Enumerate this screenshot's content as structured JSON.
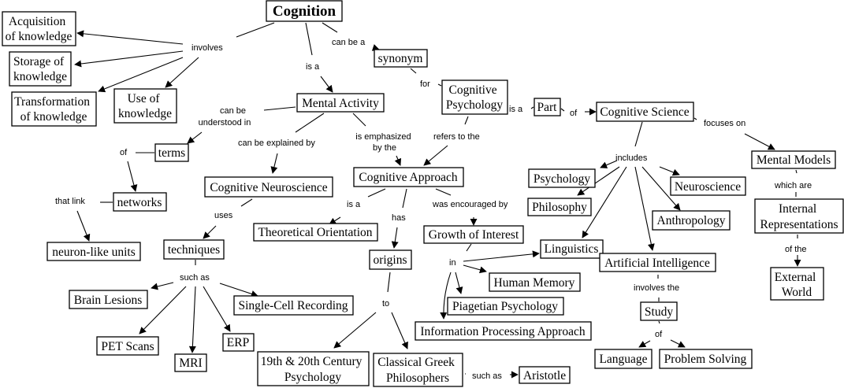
{
  "title": "Cognition",
  "concepts": {
    "cognition": "Cognition",
    "acquisition": [
      "Acquisition",
      "of knowledge"
    ],
    "storage": [
      "Storage of",
      "knowledge"
    ],
    "transformation": [
      "Transformation",
      "of knowledge"
    ],
    "use": [
      "Use of",
      "knowledge"
    ],
    "mental_activity": "Mental Activity",
    "synonym": "synonym",
    "cognitive_psychology": [
      "Cognitive",
      "Psychology"
    ],
    "part": "Part",
    "cognitive_science": "Cognitive Science",
    "terms": "terms",
    "networks": "networks",
    "neuron_like_units": "neuron-like units",
    "cognitive_neuroscience": "Cognitive Neuroscience",
    "techniques": "techniques",
    "brain_lesions": "Brain Lesions",
    "pet_scans": "PET Scans",
    "mri": "MRI",
    "erp": "ERP",
    "single_cell": "Single-Cell Recording",
    "cognitive_approach": "Cognitive Approach",
    "theoretical_orientation": "Theoretical Orientation",
    "origins": "origins",
    "century_psychology": [
      "19th & 20th Century",
      "Psychology"
    ],
    "classical_greek": [
      "Classical Greek",
      "Philosophers"
    ],
    "aristotle": "Aristotle",
    "growth_of_interest": "Growth of Interest",
    "human_memory": "Human Memory",
    "piagetian": "Piagetian Psychology",
    "information_processing": "Information Processing Approach",
    "linguistics": "Linguistics",
    "psychology": "Psychology",
    "philosophy": "Philosophy",
    "neuroscience": "Neuroscience",
    "anthropology": "Anthropology",
    "artificial_intelligence": "Artificial Intelligence",
    "study": "Study",
    "language": "Language",
    "problem_solving": "Problem Solving",
    "mental_models": "Mental Models",
    "internal_representations": [
      "Internal",
      "Representations"
    ],
    "external_world": [
      "External",
      "World"
    ]
  },
  "links": {
    "involves": "involves",
    "is_a_1": "is a",
    "can_be_a": "can be a",
    "for": "for",
    "is_a_2": "is a",
    "of_1": "of",
    "can_be_understood_in": [
      "can be",
      "understood in"
    ],
    "of_2": "of",
    "that_link": "that link",
    "can_be_explained_by": "can be explained by",
    "is_emphasized_by_the": [
      "is emphasized",
      "by the"
    ],
    "refers_to_the": "refers to the",
    "uses": "uses",
    "such_as_1": "such as",
    "is_a_3": "is a",
    "has": "has",
    "was_encouraged_by": "was encouraged by",
    "to": "to",
    "in": "in",
    "such_as_2": "such as",
    "includes": "includes",
    "focuses_on": "focuses on",
    "which_are": "which are",
    "of_the": "of the",
    "involves_the": "involves the",
    "of_3": "of"
  }
}
